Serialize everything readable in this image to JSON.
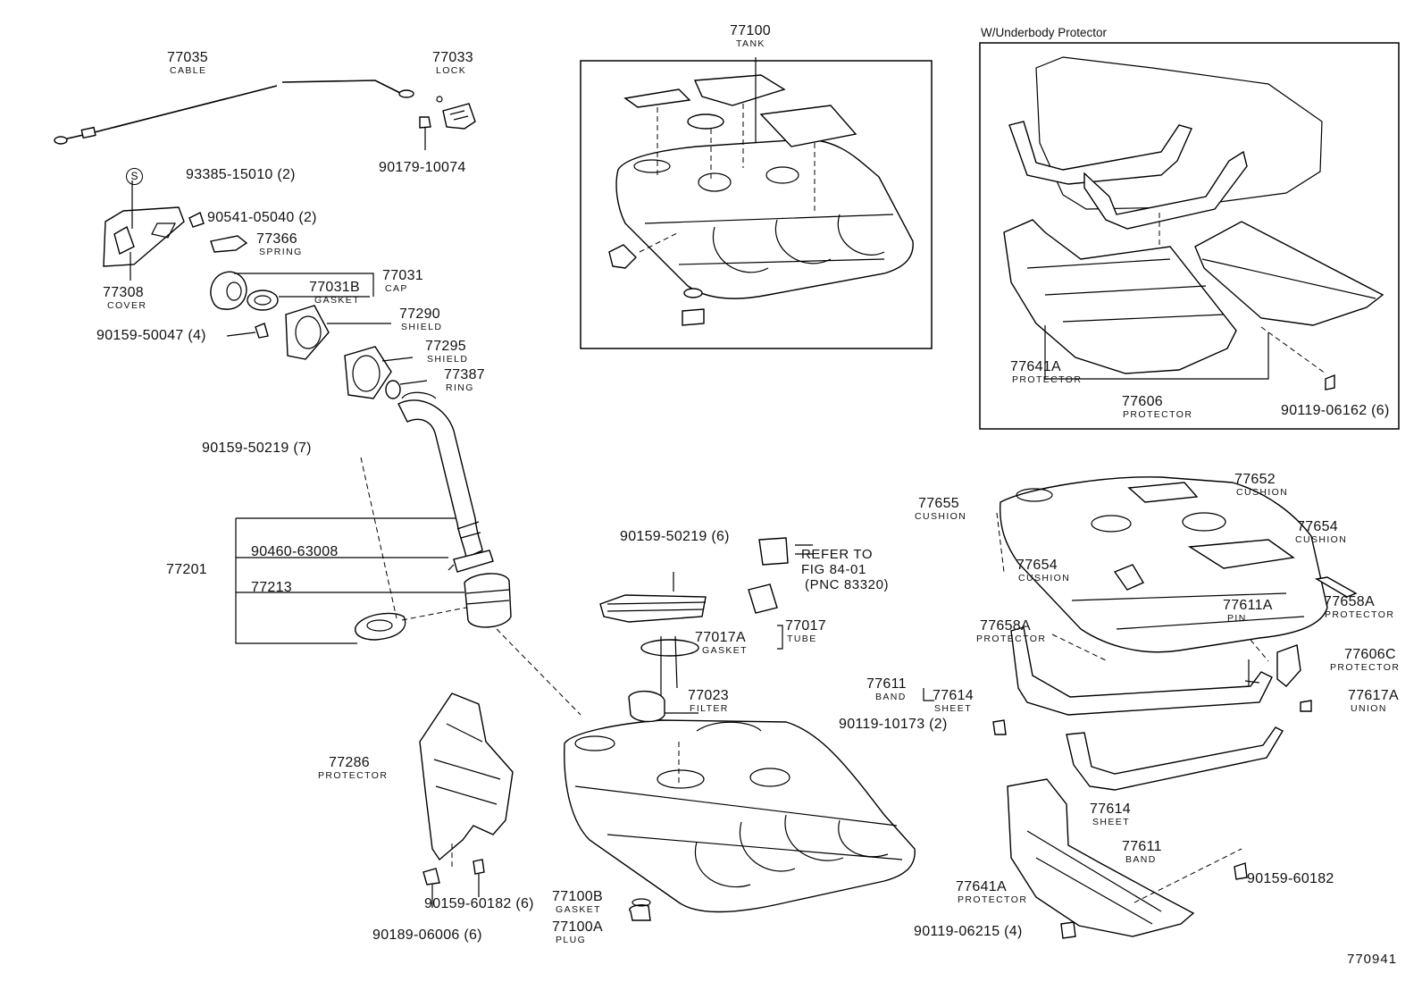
{
  "inset": {
    "title": "W/Underbody Protector"
  },
  "parts": {
    "p77035": {
      "number": "77035",
      "name": "CABLE"
    },
    "p77033": {
      "number": "77033",
      "name": "LOCK"
    },
    "p90179": {
      "number": "90179-10074"
    },
    "p93385": {
      "number": "93385-15010 (2)",
      "symbol": "S"
    },
    "p90541": {
      "number": "90541-05040 (2)"
    },
    "p77366": {
      "number": "77366",
      "name": "SPRING"
    },
    "p77031": {
      "number": "77031",
      "name": "CAP"
    },
    "p77031B": {
      "number": "77031B",
      "name": "GASKET"
    },
    "p77308": {
      "number": "77308",
      "name": "COVER"
    },
    "p90159_50047": {
      "number": "90159-50047 (4)"
    },
    "p77290": {
      "number": "77290",
      "name": "SHIELD"
    },
    "p77295": {
      "number": "77295",
      "name": "SHIELD"
    },
    "p77387": {
      "number": "77387",
      "name": "RING"
    },
    "p90159_50219_7": {
      "number": "90159-50219 (7)"
    },
    "p77201": {
      "number": "77201"
    },
    "p90460": {
      "number": "90460-63008"
    },
    "p77213": {
      "number": "77213"
    },
    "p77286": {
      "number": "77286",
      "name": "PROTECTOR"
    },
    "p90159_60182_6": {
      "number": "90159-60182 (6)"
    },
    "p90189": {
      "number": "90189-06006 (6)"
    },
    "p77100": {
      "number": "77100",
      "name": "TANK"
    },
    "p90159_50219_6": {
      "number": "90159-50219 (6)"
    },
    "refer": {
      "line1": "REFER TO",
      "line2": "FIG 84-01",
      "line3": "(PNC 83320)"
    },
    "p77017": {
      "number": "77017",
      "name": "TUBE"
    },
    "p77017A": {
      "number": "77017A",
      "name": "GASKET"
    },
    "p77023": {
      "number": "77023",
      "name": "FILTER"
    },
    "p77100B": {
      "number": "77100B",
      "name": "GASKET"
    },
    "p77100A": {
      "number": "77100A",
      "name": "PLUG"
    },
    "p77641A_inset": {
      "number": "77641A",
      "name": "PROTECTOR"
    },
    "p77606": {
      "number": "77606",
      "name": "PROTECTOR"
    },
    "p90119_06162": {
      "number": "90119-06162 (6)"
    },
    "p77655": {
      "number": "77655",
      "name": "CUSHION"
    },
    "p77652": {
      "number": "77652",
      "name": "CUSHION"
    },
    "p77654_right": {
      "number": "77654",
      "name": "CUSHION"
    },
    "p77654_left": {
      "number": "77654",
      "name": "CUSHION"
    },
    "p77611A": {
      "number": "77611A",
      "name": "PIN"
    },
    "p77658A_right": {
      "number": "77658A",
      "name": "PROTECTOR"
    },
    "p77658A_left": {
      "number": "77658A",
      "name": "PROTECTOR"
    },
    "p77606C": {
      "number": "77606C",
      "name": "PROTECTOR"
    },
    "p77611_left": {
      "number": "77611",
      "name": "BAND"
    },
    "p77614_left": {
      "number": "77614",
      "name": "SHEET"
    },
    "p77617A": {
      "number": "77617A",
      "name": "UNION"
    },
    "p90119_10173": {
      "number": "90119-10173 (2)"
    },
    "p77614_bottom": {
      "number": "77614",
      "name": "SHEET"
    },
    "p77611_bottom": {
      "number": "77611",
      "name": "BAND"
    },
    "p90159_60182": {
      "number": "90159-60182"
    },
    "p77641A_bottom": {
      "number": "77641A",
      "name": "PROTECTOR"
    },
    "p90119_06215": {
      "number": "90119-06215 (4)"
    }
  },
  "figure_id": "770941"
}
